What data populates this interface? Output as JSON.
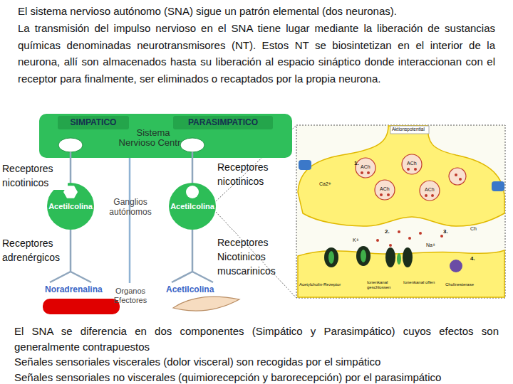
{
  "diagram": {
    "nodes": [
      {
        "text": [
          "Sistema Nervioso Central"
        ]
      },
      {
        "text": [
          "SIMPATICO"
        ],
        "in": 0
      },
      {
        "text": [
          "PARASIMPATICO"
        ],
        "in": 0
      },
      {
        "text": [
          "Acetilcolina"
        ]
      },
      {
        "text": [
          "Acetilcolina"
        ]
      }
    ],
    "edges": [
      {
        "from": 0,
        "to": 3,
        "arrow": "none"
      },
      {
        "from": 0,
        "to": 4,
        "arrow": "none"
      }
    ],
    "labels": [
      "El sistema nervioso autónomo (SNA) sigue un patrón elemental (dos neuronas).",
      "La transmisión del impulso nervioso en el SNA tiene lugar mediante la liberación de sustancias químicas denominadas neurotransmisores (NT). Estos NT se biosintetizan en el interior de la neurona, allí son almacenados hasta su liberación al espacio sináptico donde interaccionan con el receptor para finalmente, ser eliminados o recaptados por la propia neurona.",
      "Receptores nicotinicos",
      "Receptores nicotinicos",
      "Ganglios autónomos",
      "Receptores adrenérgicos",
      "Receptores Nicotinicos muscarinicos",
      "Noradrenalina",
      "Organos Efectores",
      "Acetilcolina",
      "Aktionspotential",
      "1.",
      "ACh",
      "ACh",
      "ACh",
      "ACh",
      "Ca2+",
      "2.",
      "3.",
      "Ch",
      "K+",
      "Na+",
      "4.",
      "Acetylcholin-Rezeptor",
      "Ionenkanal geschlossen",
      "Ionenkanal offen",
      "Cholinesterase",
      "El SNA se diferencia en dos componentes (Simpático y Parasimpático) cuyos efectos son generalmente contrapuestos",
      "Señales sensoriales viscerales (dolor visceral) son recogidas por el simpático",
      "Señales sensoriales no viscerales (quimiorecepción y barorecepción) por el parasimpático"
    ]
  }
}
